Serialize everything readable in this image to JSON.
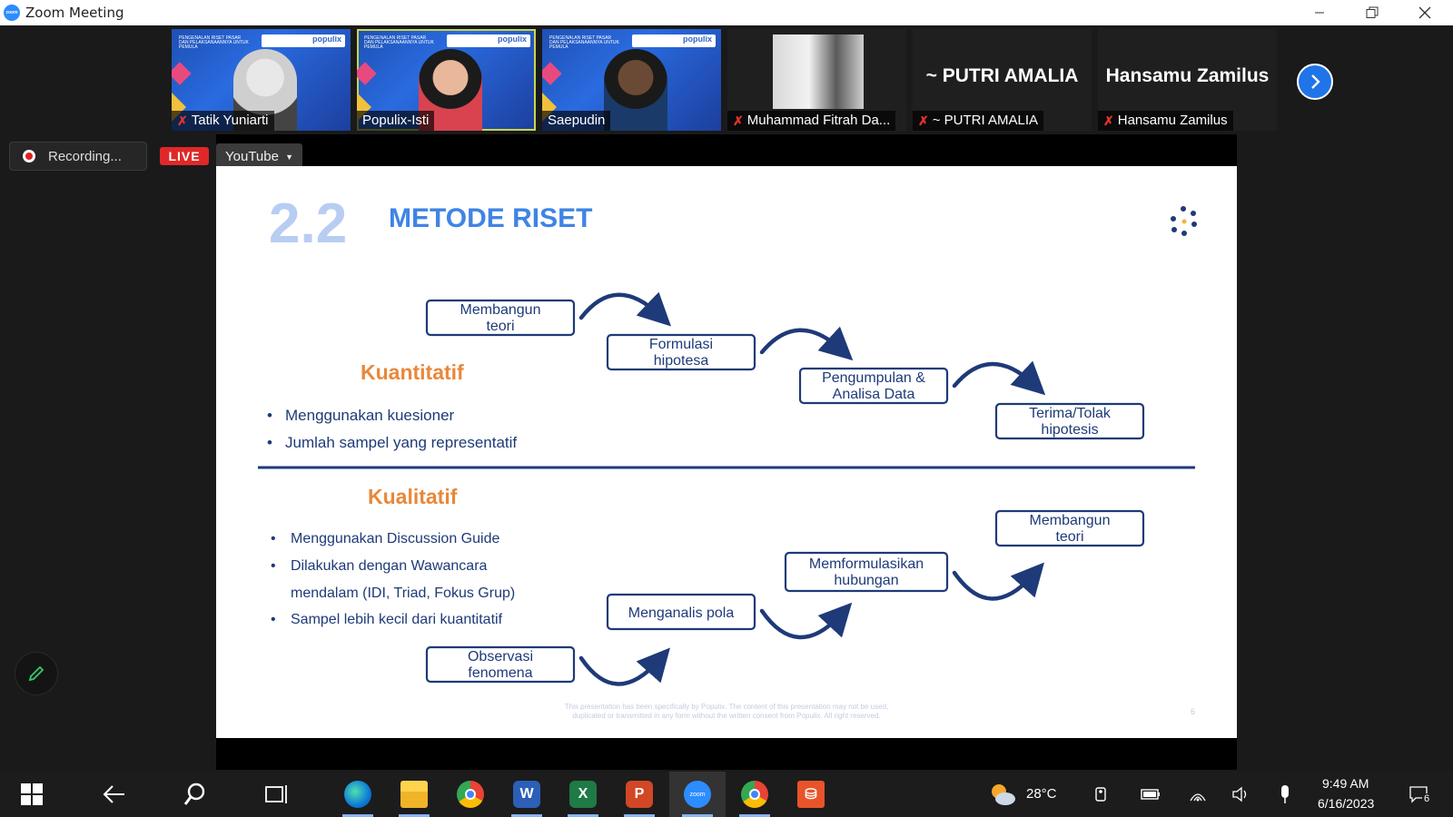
{
  "window": {
    "title": "Zoom Meeting",
    "logo_text": "zoom"
  },
  "participants": [
    {
      "name": "Tatik Yuniarti",
      "type": "video",
      "muted": true,
      "active": false,
      "banner": "PENGENALAN RISET PASAR DAN PELAKSANAANNYA UNTUK PEMULA",
      "logos": "populix"
    },
    {
      "name": "Populix-Isti",
      "type": "video",
      "muted": false,
      "active": true,
      "banner": "PENGENALAN RISET PASAR DAN PELAKSANAANNYA UNTUK PEMULA",
      "logos": "populix"
    },
    {
      "name": "Saepudin",
      "type": "video",
      "muted": false,
      "active": false,
      "banner": "PENGENALAN RISET PASAR DAN PELAKSANAANNYA UNTUK PEMULA",
      "logos": "populix"
    },
    {
      "name": "Muhammad Fitrah Da...",
      "type": "photo",
      "muted": true,
      "active": false
    },
    {
      "name": "~ PUTRI AMALIA",
      "display": "~ PUTRI AMALIA",
      "type": "name",
      "muted": true,
      "active": false
    },
    {
      "name": "Hansamu Zamilus",
      "display": "Hansamu Zamilus",
      "type": "name",
      "muted": true,
      "active": false
    }
  ],
  "controls": {
    "recording_label": "Recording...",
    "live_label": "LIVE",
    "stream_target": "YouTube"
  },
  "slide": {
    "number": "2.2",
    "title": "METODE RISET",
    "quant_heading": "Kuantitatif",
    "quant_bullets": [
      "Menggunakan kuesioner",
      "Jumlah sampel yang representatif"
    ],
    "quant_steps": [
      "Membangun teori",
      "Formulasi hipotesa",
      "Pengumpulan & Analisa Data",
      "Terima/Tolak hipotesis"
    ],
    "qual_heading": "Kualitatif",
    "qual_bullets": [
      "Menggunakan Discussion Guide",
      "Dilakukan dengan Wawancara",
      "mendalam (IDI, Triad, Fokus Grup)",
      "Sampel lebih kecil dari kuantitatif"
    ],
    "qual_steps": [
      "Observasi fenomena",
      "Menganalis pola",
      "Memformulasikan hubungan",
      "Membangun teori"
    ],
    "footer_line1": "This presentation has been specifically by Populix. The content of this presentation may not be used,",
    "footer_line2": "duplicated or transmitted in any form without the written consent from Populix. All right reserved.",
    "page": "6",
    "colors": {
      "title_blue": "#3f84e5",
      "number_blue": "#b8cdf2",
      "heading_orange": "#e8883a",
      "navy": "#1e3a78"
    }
  },
  "taskbar": {
    "weather_temp": "28°C",
    "time": "9:49 AM",
    "date": "6/16/2023",
    "notifications": "6",
    "apps": [
      "windows-start",
      "back",
      "search",
      "task-view",
      "edge",
      "file-explorer",
      "chrome",
      "word",
      "excel",
      "powerpoint",
      "zoom",
      "chrome-profile",
      "app-orange"
    ]
  }
}
